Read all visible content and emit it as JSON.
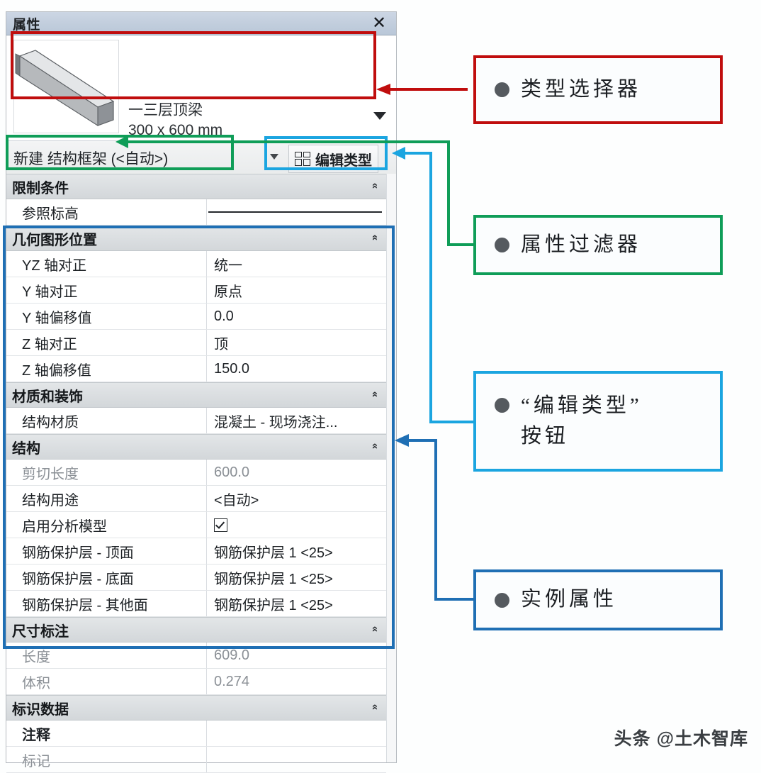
{
  "panel": {
    "title": "属性",
    "close_label": "✕",
    "type_selector": {
      "family_name": "一三层顶梁",
      "type_size": "300 x 600 mm",
      "dropdown_icon": "chevron-down-icon"
    },
    "filter": {
      "text": "新建 结构框架 (<自动>)",
      "caret_icon": "chevron-down-icon"
    },
    "edit_type_button": {
      "label": "编辑类型",
      "icon": "edit-type-grid-icon"
    },
    "groups": [
      {
        "name": "限制条件",
        "collapse_icon": "chevron-up-icon",
        "rows": [
          {
            "key": "参照标高",
            "value": "",
            "kind": "editbox",
            "dim": false
          }
        ]
      },
      {
        "name": "几何图形位置",
        "collapse_icon": "chevron-up-icon",
        "rows": [
          {
            "key": "YZ 轴对正",
            "value": "统一",
            "kind": "text",
            "dim": false
          },
          {
            "key": "Y 轴对正",
            "value": "原点",
            "kind": "text",
            "dim": false
          },
          {
            "key": "Y 轴偏移值",
            "value": "0.0",
            "kind": "text",
            "dim": false
          },
          {
            "key": "Z 轴对正",
            "value": "顶",
            "kind": "text",
            "dim": false
          },
          {
            "key": "Z 轴偏移值",
            "value": "150.0",
            "kind": "text",
            "dim": false
          }
        ]
      },
      {
        "name": "材质和装饰",
        "collapse_icon": "chevron-up-icon",
        "rows": [
          {
            "key": "结构材质",
            "value": "混凝土 - 现场浇注...",
            "kind": "text",
            "dim": false
          }
        ]
      },
      {
        "name": "结构",
        "collapse_icon": "chevron-up-icon",
        "rows": [
          {
            "key": "剪切长度",
            "value": "600.0",
            "kind": "text",
            "dim": true
          },
          {
            "key": "结构用途",
            "value": "<自动>",
            "kind": "text",
            "dim": false
          },
          {
            "key": "启用分析模型",
            "value": "",
            "kind": "checkbox",
            "dim": false
          },
          {
            "key": "钢筋保护层 - 顶面",
            "value": "钢筋保护层 1 <25>",
            "kind": "text",
            "dim": false
          },
          {
            "key": "钢筋保护层 - 底面",
            "value": "钢筋保护层 1 <25>",
            "kind": "text",
            "dim": false
          },
          {
            "key": "钢筋保护层 - 其他面",
            "value": "钢筋保护层 1 <25>",
            "kind": "text",
            "dim": false
          }
        ]
      },
      {
        "name": "尺寸标注",
        "collapse_icon": "chevron-up-icon",
        "rows": [
          {
            "key": "长度",
            "value": "609.0",
            "kind": "text",
            "dim": true
          },
          {
            "key": "体积",
            "value": "0.274",
            "kind": "text",
            "dim": true
          }
        ]
      },
      {
        "name": "标识数据",
        "collapse_icon": "chevron-up-icon",
        "rows": [
          {
            "key": "注释",
            "value": "",
            "kind": "text",
            "dim": false,
            "bold": true
          },
          {
            "key": "标记",
            "value": "",
            "kind": "text",
            "dim": true
          }
        ]
      }
    ]
  },
  "annotations": {
    "callouts": [
      {
        "id": "type-selector",
        "text": "类型选择器",
        "color": "#c00d0d"
      },
      {
        "id": "property-filter",
        "text": "属性过滤器",
        "color": "#0f9d58"
      },
      {
        "id": "edit-type-button",
        "text": "“编辑类型”\n按钮",
        "color": "#1ba5e0"
      },
      {
        "id": "instance-props",
        "text": "实例属性",
        "color": "#1f6fb4"
      }
    ]
  },
  "watermark": "头条 @土木智库"
}
